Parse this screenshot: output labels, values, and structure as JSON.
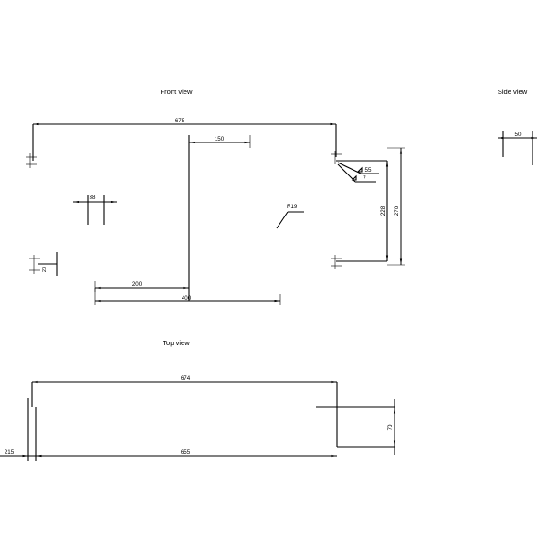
{
  "document": {
    "type": "technical-drawing",
    "background_color": "#ffffff",
    "line_color": "#000000"
  },
  "views": {
    "front": {
      "title": "Front view",
      "dimensions": {
        "overall_width": "675",
        "top_right_offset": "150",
        "notch_width": "38",
        "radius_note": "R19",
        "inner_width": "200",
        "outer_width": "400",
        "left_small": "20",
        "height_inner": "228",
        "height_outer": "270",
        "angle_upper": "55",
        "angle_lower": "7"
      }
    },
    "side": {
      "title": "Side view",
      "dimensions": {
        "width": "50"
      }
    },
    "top": {
      "title": "Top view",
      "dimensions": {
        "overall_length": "674",
        "inner_length": "655",
        "left_offset": "215",
        "step_depth": "70"
      }
    }
  }
}
